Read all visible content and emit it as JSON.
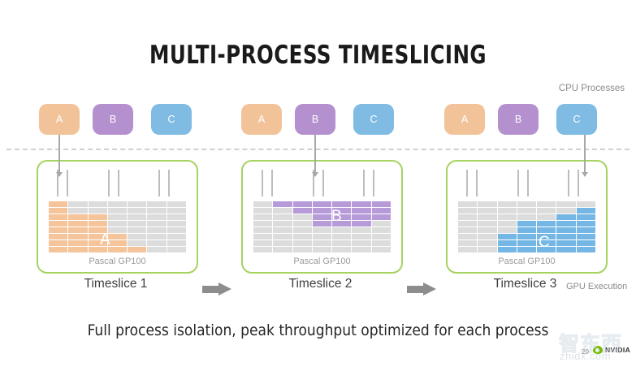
{
  "slide": {
    "title": "MULTI-PROCESS TIMESLICING",
    "caption": "Full process isolation, peak throughput optimized for each process",
    "cpu_processes_label": "CPU Processes",
    "gpu_execution_label": "GPU Execution",
    "page_number": "20",
    "brand": "NVIDIA",
    "colors": {
      "process_a": "#f2c299",
      "process_b": "#b490cf",
      "process_c": "#7fbbe3",
      "cell_a": "#f5c49a",
      "cell_b": "#b79bd9",
      "cell_c": "#74b7e4",
      "cell_idle": "#dcdcdc",
      "panel_border": "#a6d35f",
      "nvidia_green": "#76b900",
      "arrow_gray": "#8d8d8d"
    }
  },
  "processes": [
    {
      "id": "a",
      "label": "A"
    },
    {
      "id": "b",
      "label": "B"
    },
    {
      "id": "c",
      "label": "C"
    }
  ],
  "timeslices": [
    {
      "label": "Timeslice 1",
      "device": "Pascal GP100",
      "active_process": "A",
      "active_color": "on-a",
      "grid": {
        "cols": 7,
        "rows": 8,
        "filled_per_row": [
          1,
          1,
          3,
          3,
          3,
          4,
          4,
          5
        ],
        "fill_from": "left"
      }
    },
    {
      "label": "Timeslice 2",
      "device": "Pascal GP100",
      "active_process": "B",
      "active_color": "on-b",
      "grid": {
        "cols": 7,
        "rows": 8,
        "row_spans": [
          [
            2,
            7
          ],
          [
            3,
            7
          ],
          [
            4,
            7
          ],
          [
            4,
            6
          ],
          [],
          [],
          [],
          []
        ]
      }
    },
    {
      "label": "Timeslice 3",
      "device": "Pascal GP100",
      "active_process": "C",
      "active_color": "on-c",
      "grid": {
        "cols": 7,
        "rows": 8,
        "row_spans": [
          [],
          [
            7,
            7
          ],
          [
            6,
            7
          ],
          [
            4,
            7
          ],
          [
            4,
            7
          ],
          [
            3,
            7
          ],
          [
            3,
            7
          ],
          [
            3,
            7
          ]
        ]
      }
    }
  ],
  "watermark": {
    "text_cn": "智东西",
    "text_url": "zhidx.com"
  }
}
